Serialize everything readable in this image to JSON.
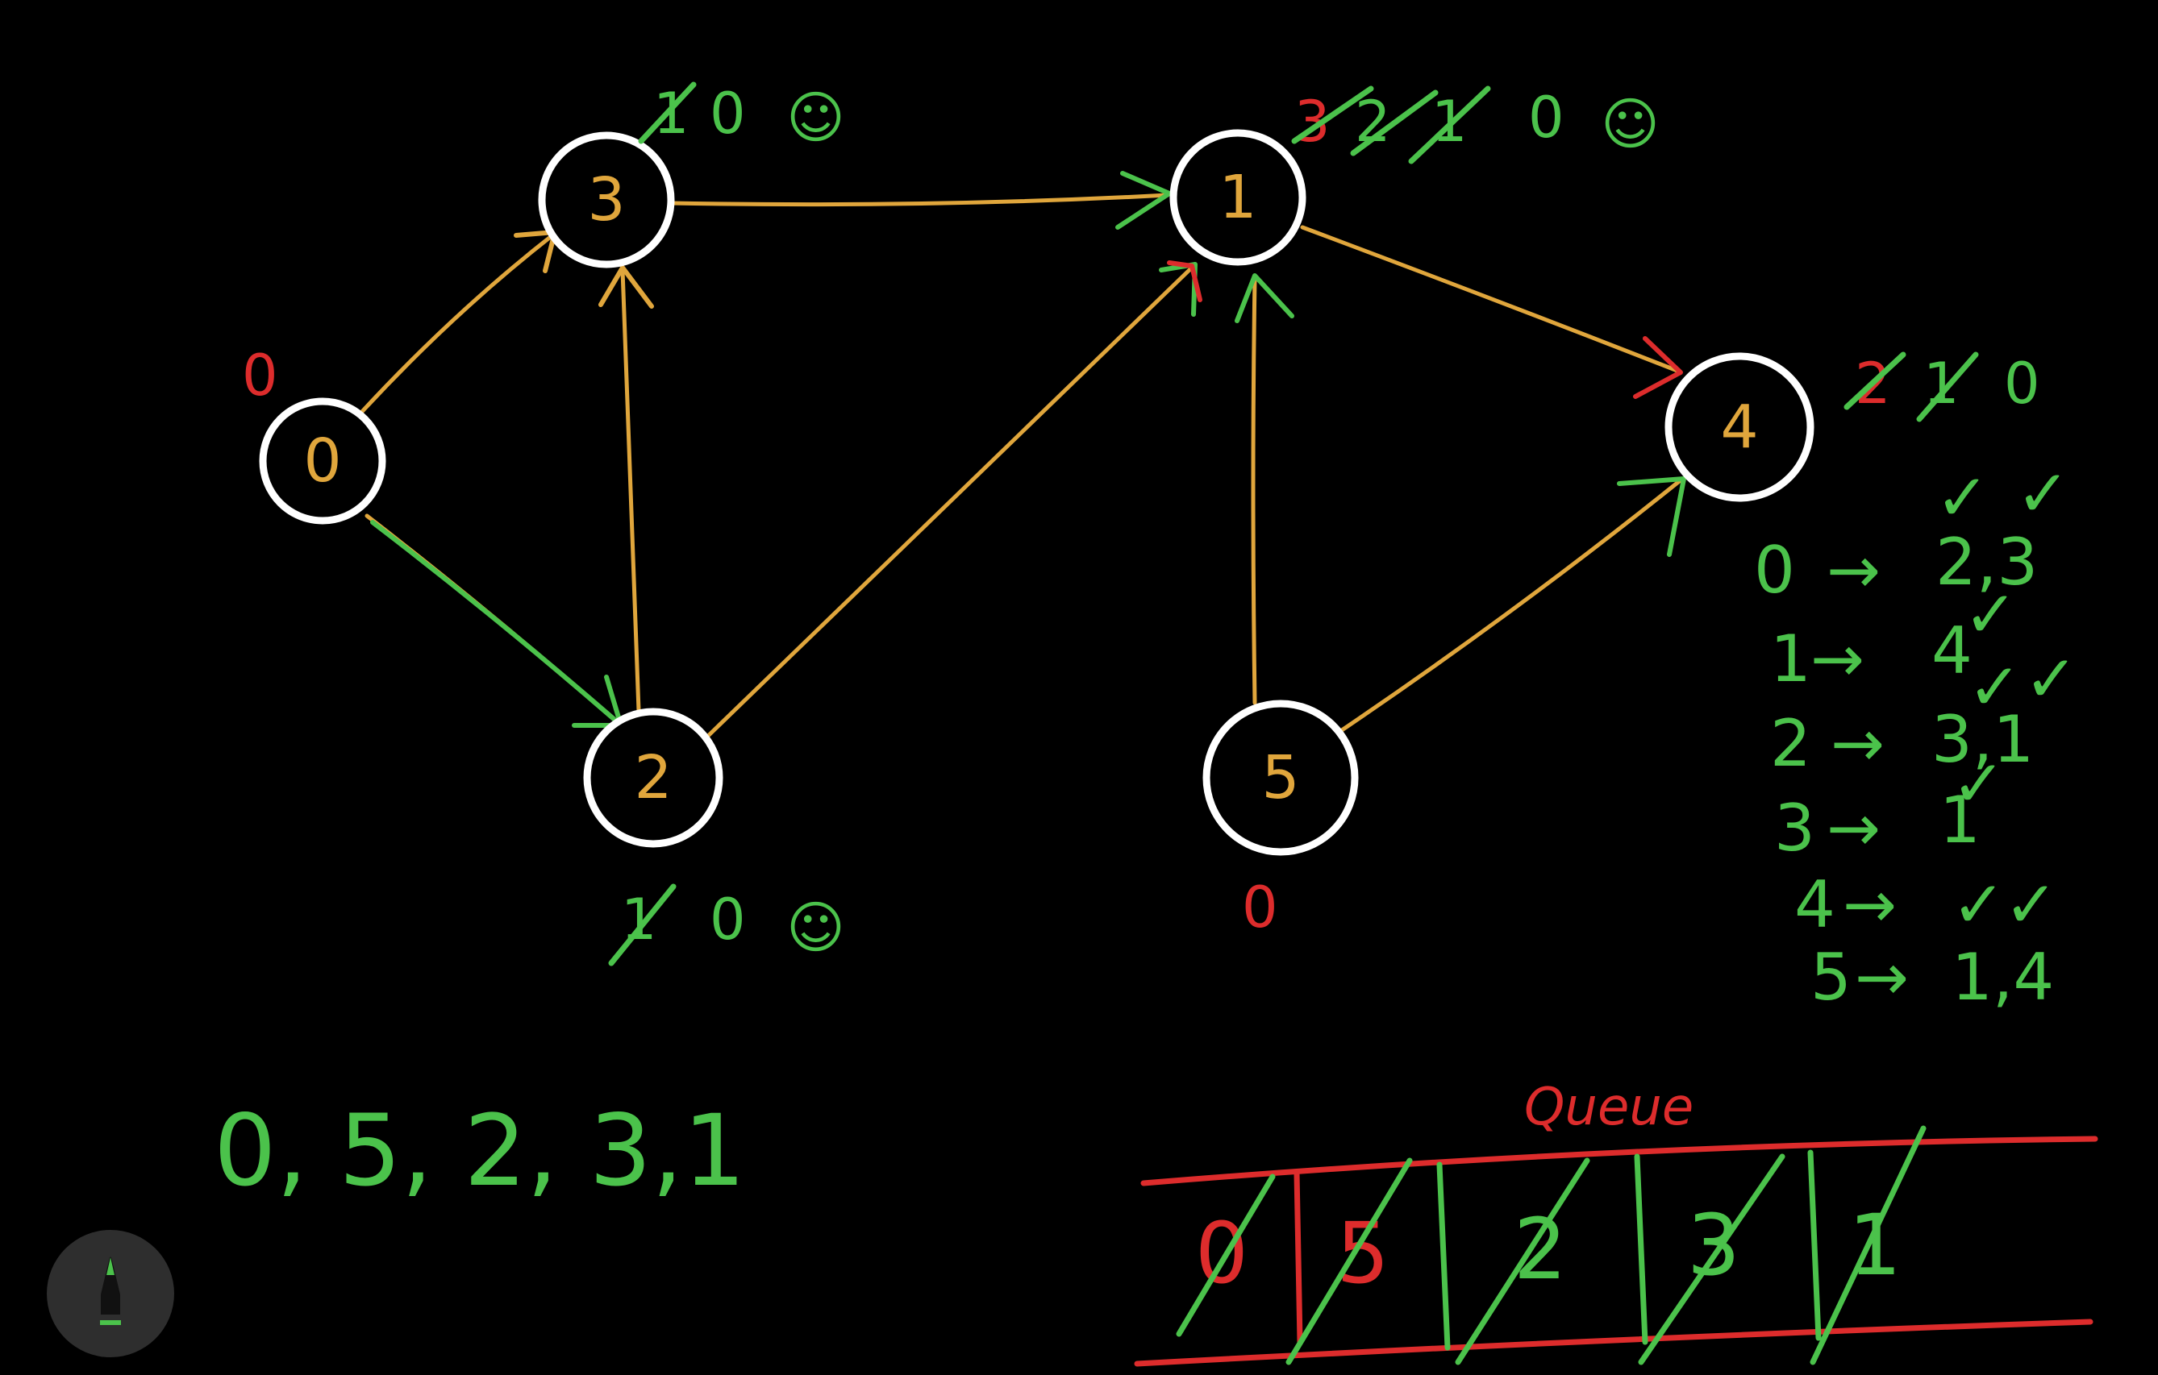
{
  "colors": {
    "background": "#000000",
    "node_outline": "#ffffff",
    "edge": "#e0a63c",
    "node_label": "#e0a63c",
    "annotation_green": "#4bc24b",
    "annotation_red": "#dd2c2c"
  },
  "graph": {
    "nodes": [
      {
        "id": "0",
        "label": "0"
      },
      {
        "id": "3",
        "label": "3"
      },
      {
        "id": "2",
        "label": "2"
      },
      {
        "id": "1",
        "label": "1"
      },
      {
        "id": "5",
        "label": "5"
      },
      {
        "id": "4",
        "label": "4"
      }
    ],
    "edges": [
      {
        "from": "0",
        "to": "3"
      },
      {
        "from": "0",
        "to": "2"
      },
      {
        "from": "2",
        "to": "3"
      },
      {
        "from": "3",
        "to": "1"
      },
      {
        "from": "2",
        "to": "1"
      },
      {
        "from": "5",
        "to": "1"
      },
      {
        "from": "1",
        "to": "4"
      },
      {
        "from": "5",
        "to": "4"
      }
    ]
  },
  "indegree_notes": {
    "node0": {
      "value": "0"
    },
    "node3": {
      "struck": "1",
      "current": "0",
      "mark": "☺"
    },
    "node1": {
      "struck": [
        "3",
        "2",
        "1"
      ],
      "current": "0",
      "mark": "☺"
    },
    "node2": {
      "struck": "1",
      "current": "0",
      "mark": "☺"
    },
    "node4": {
      "struck": [
        "2",
        "1"
      ],
      "current": "0"
    },
    "node5": {
      "value": "0"
    }
  },
  "adjacency_list": [
    {
      "node": "0",
      "arrow": "→",
      "neighbors": "2,3"
    },
    {
      "node": "1",
      "arrow": "→",
      "neighbors": "4"
    },
    {
      "node": "2",
      "arrow": "→",
      "neighbors": "3,1"
    },
    {
      "node": "3",
      "arrow": "→",
      "neighbors": "1"
    },
    {
      "node": "4",
      "arrow": "→",
      "neighbors": ""
    },
    {
      "node": "5",
      "arrow": "→",
      "neighbors": "1,4"
    }
  ],
  "check_mark": "✓",
  "topological_order": "0, 5, 2, 3,1",
  "queue": {
    "title": "Queue",
    "items": [
      "0",
      "5",
      "2",
      "3",
      "1"
    ]
  },
  "tool": {
    "icon": "pen-icon"
  }
}
